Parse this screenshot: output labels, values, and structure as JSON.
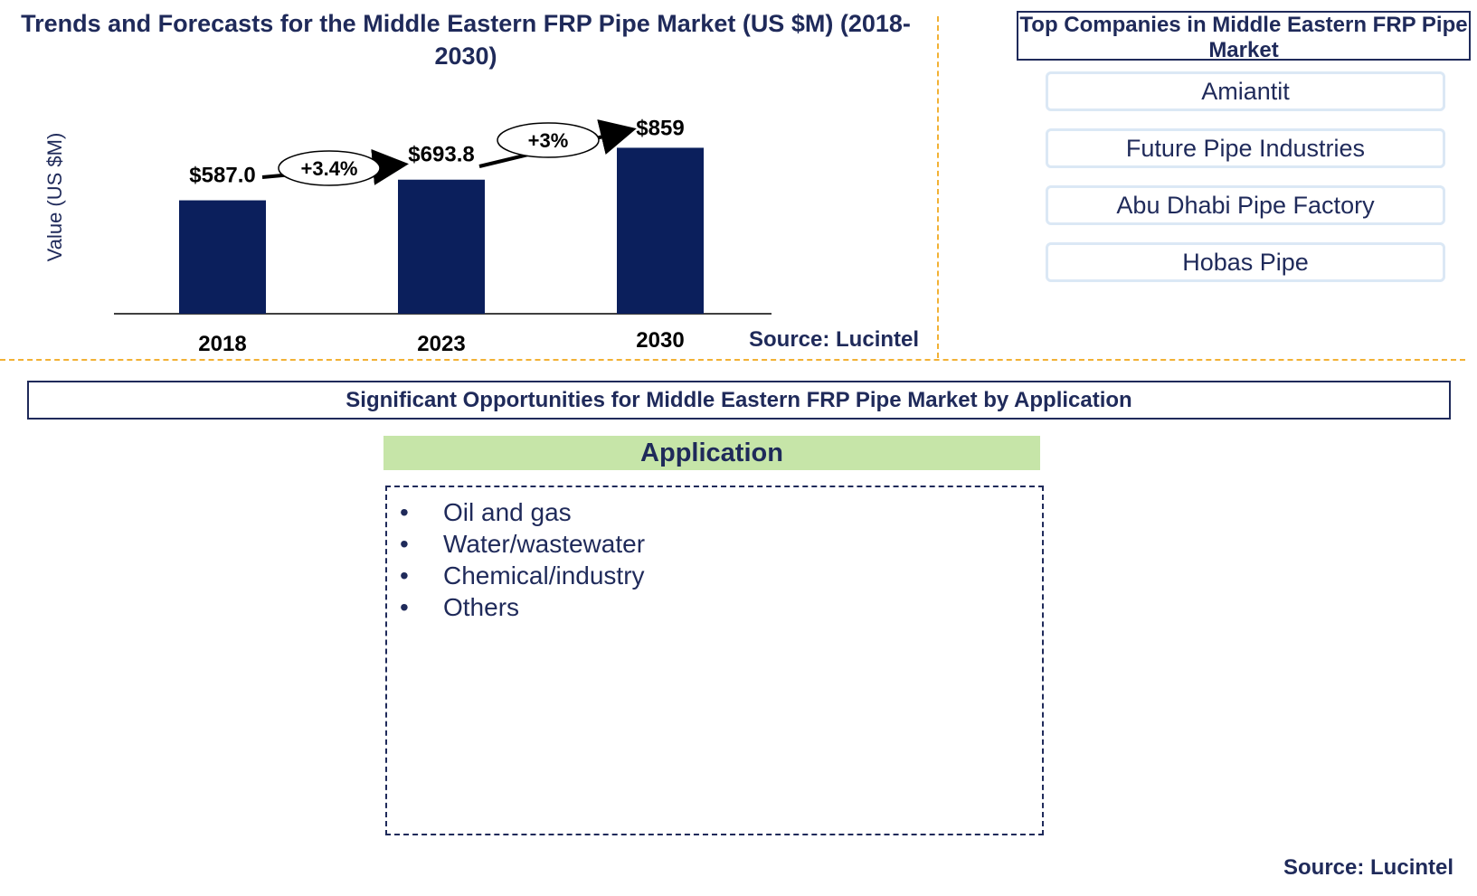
{
  "chart_data": {
    "type": "bar",
    "title": "Trends and Forecasts for the Middle Eastern FRP Pipe Market (US $M) (2018-2030)",
    "ylabel": "Value (US $M)",
    "categories": [
      "2018",
      "2023",
      "2030"
    ],
    "values": [
      587.0,
      693.8,
      859
    ],
    "value_labels": [
      "$587.0",
      "$693.8",
      "$859"
    ],
    "growth": [
      {
        "label": "+3.4%"
      },
      {
        "label": "+3%"
      }
    ],
    "bar_color": "#0b1f5c",
    "grid": false
  },
  "source_label": "Source: Lucintel",
  "companies": {
    "title": "Top Companies in Middle Eastern FRP Pipe Market",
    "items": [
      "Amiantit",
      "Future Pipe Industries",
      "Abu Dhabi Pipe Factory",
      "Hobas Pipe"
    ]
  },
  "opportunities": {
    "title": "Significant Opportunities for Middle Eastern FRP Pipe Market by Application",
    "header": "Application",
    "items": [
      "Oil and gas",
      "Water/wastewater",
      "Chemical/industry",
      "Others"
    ]
  },
  "colors": {
    "text": "#1f2a5a",
    "divider": "#f2b134",
    "header_bg": "#c6e5a8",
    "company_border": "#dbe8f5"
  }
}
